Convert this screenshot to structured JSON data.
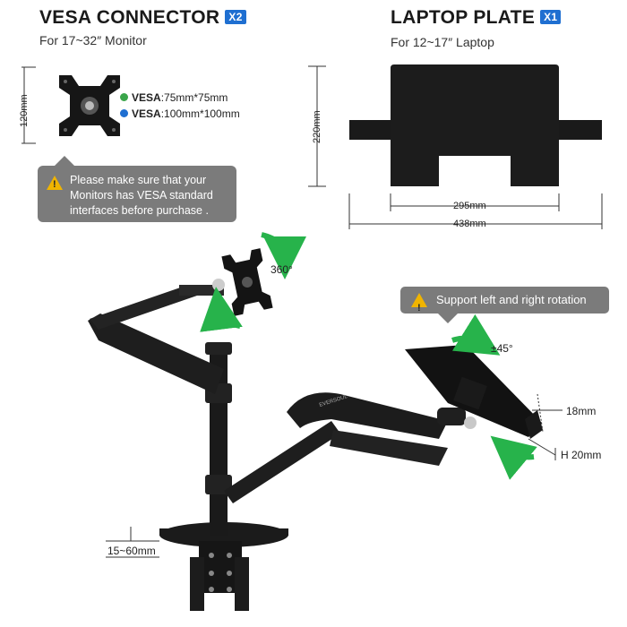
{
  "vesa": {
    "title": "VESA CONNECTOR",
    "badge": "X2",
    "subtitle": "For 17~32″ Monitor",
    "height_dim": "120mm",
    "spec1_label": "VESA",
    "spec1_value": ":75mm*75mm",
    "spec2_label": "VESA",
    "spec2_value": ":100mm*100mm",
    "spec1_color": "#3aa54a",
    "spec2_color": "#1f6fd1"
  },
  "laptop": {
    "title": "LAPTOP PLATE",
    "badge": "X1",
    "subtitle": "For 12~17″ Laptop",
    "height_dim": "220mm",
    "inner_width": "295mm",
    "outer_width": "438mm"
  },
  "notice": {
    "text": "Please make sure that your Monitors has VESA standard interfaces before purchase ."
  },
  "rotation_note": {
    "text": "Support left and right rotation"
  },
  "labels": {
    "monitor_rotation": "360°",
    "tray_tilt": "±45°",
    "tray_lip": "18mm",
    "tray_height": "H 20mm",
    "clamp_range": "15~60mm",
    "arm_brand": "EVERSOUL"
  },
  "colors": {
    "accent_blue": "#1f6fd1",
    "arrow_green": "#27b34b",
    "warning_yellow": "#f0b400",
    "note_gray": "#7b7b7b"
  }
}
